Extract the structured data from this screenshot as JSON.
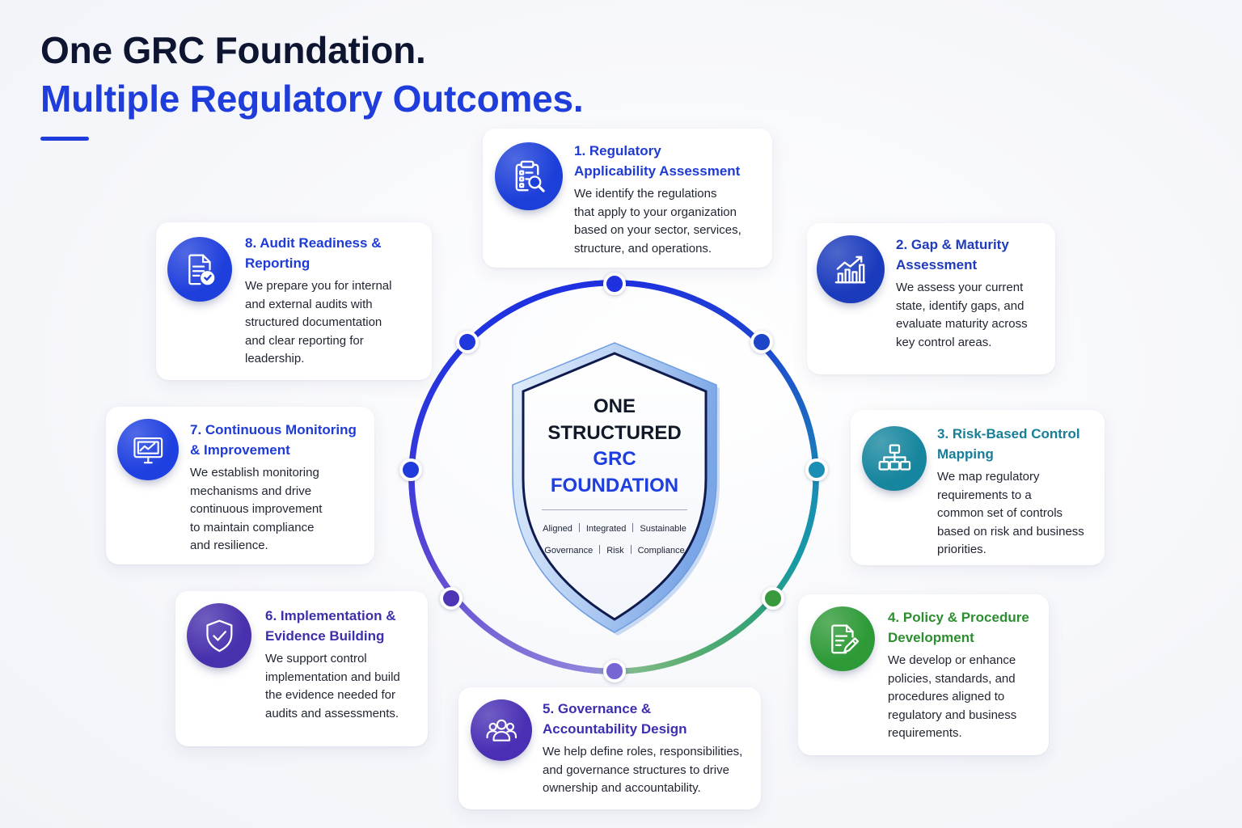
{
  "header": {
    "title_line1": "One GRC Foundation.",
    "title_line2": "Multiple Regulatory Outcomes.",
    "accent": "#1e3ddb"
  },
  "center": {
    "heading_lines": [
      "ONE",
      "STRUCTURED",
      "GRC",
      "FOUNDATION"
    ],
    "qualities": [
      "Aligned",
      "Integrated",
      "Sustainable"
    ],
    "pillars": [
      "Governance",
      "Risk",
      "Compliance"
    ]
  },
  "ring": {
    "dot_colors": [
      "#1f32e0",
      "#1c45c8",
      "#1a8fb3",
      "#389a3c",
      "#7566d4",
      "#4e35b6",
      "#1f3bdc",
      "#1f38de"
    ]
  },
  "cards": [
    {
      "title_lines": [
        "1. Regulatory",
        "Applicability Assessment"
      ],
      "body_lines": [
        "We identify the regulations",
        "that apply to your organization",
        "based on your sector, services,",
        "structure, and operations."
      ],
      "icon": "clipboard-search-icon",
      "accent": "#1d3fd9",
      "title_color": "#1f3bd2"
    },
    {
      "title_lines": [
        "2. Gap & Maturity",
        "Assessment"
      ],
      "body_lines": [
        "We assess your current",
        "state, identify gaps, and",
        "evaluate maturity across",
        "key control areas."
      ],
      "icon": "bar-chart-growth-icon",
      "accent": "#1b3bbd",
      "title_color": "#1f3bbb"
    },
    {
      "title_lines": [
        "3. Risk-Based Control",
        "Mapping"
      ],
      "body_lines": [
        "We map regulatory",
        "requirements to a",
        "common set of controls",
        "based on risk and business",
        "priorities."
      ],
      "icon": "hierarchy-icon",
      "accent": "#16869e",
      "title_color": "#167e98"
    },
    {
      "title_lines": [
        "4. Policy & Procedure",
        "Development"
      ],
      "body_lines": [
        "We develop or enhance",
        "policies, standards, and",
        "procedures aligned to",
        "regulatory and business",
        "requirements."
      ],
      "icon": "document-pen-icon",
      "accent": "#2e9a37",
      "title_color": "#2c8f2f"
    },
    {
      "title_lines": [
        "5. Governance &",
        "Accountability Design"
      ],
      "body_lines": [
        "We help define roles, responsibilities,",
        "and governance structures to drive",
        "ownership and accountability."
      ],
      "icon": "people-group-icon",
      "accent": "#4a2fb4",
      "title_color": "#3b2fae"
    },
    {
      "title_lines": [
        "6. Implementation &",
        "Evidence Building"
      ],
      "body_lines": [
        "We support control",
        "implementation and build",
        "the evidence needed for",
        "audits and assessments."
      ],
      "icon": "shield-check-icon",
      "accent": "#4930ad",
      "title_color": "#3c30aa"
    },
    {
      "title_lines": [
        "7. Continuous Monitoring",
        "& Improvement"
      ],
      "body_lines": [
        "We establish monitoring",
        "mechanisms and drive",
        "continuous improvement",
        "to maintain compliance",
        "and resilience."
      ],
      "icon": "monitor-chart-icon",
      "accent": "#1f40e0",
      "title_color": "#1f3bd6"
    },
    {
      "title_lines": [
        "8. Audit Readiness &",
        "Reporting"
      ],
      "body_lines": [
        "We prepare you for internal",
        "and external audits with",
        "structured documentation",
        "and clear reporting for",
        "leadership."
      ],
      "icon": "document-check-icon",
      "accent": "#1f3fdc",
      "title_color": "#1f3bd6"
    }
  ]
}
